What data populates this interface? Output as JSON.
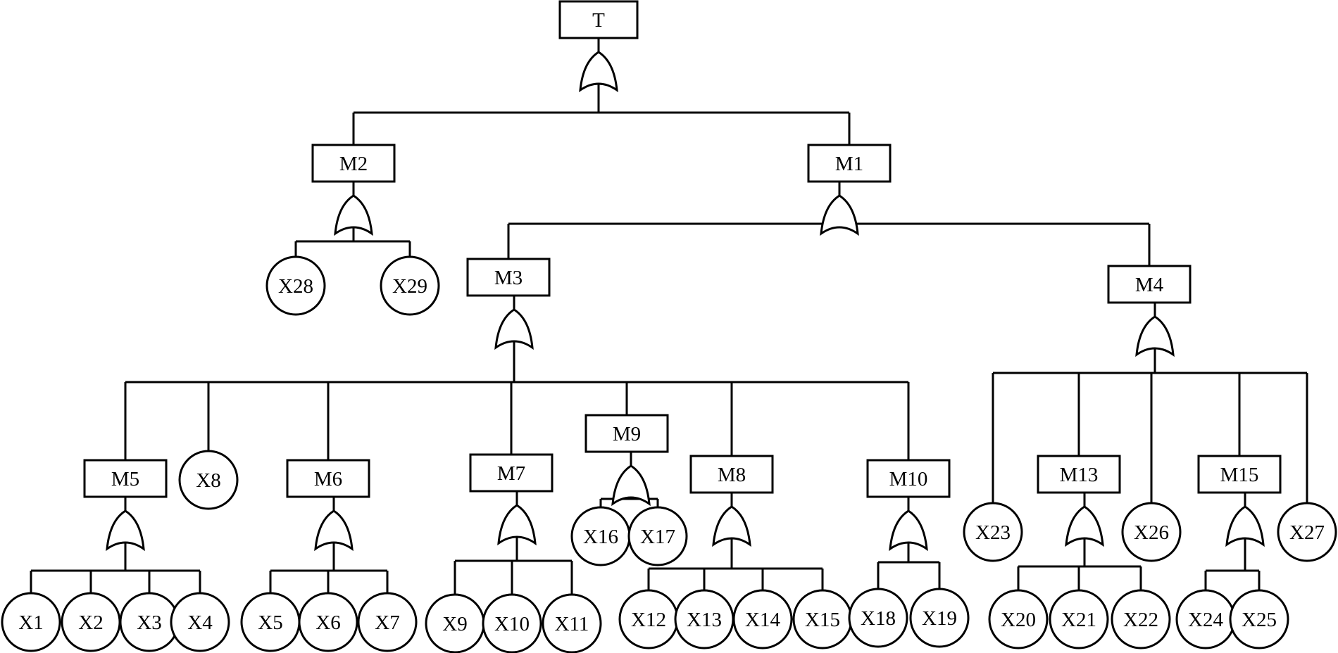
{
  "fault_tree": {
    "events": [
      {
        "id": "T",
        "label": "T",
        "kind": "intermediate"
      },
      {
        "id": "M1",
        "label": "M1",
        "kind": "intermediate"
      },
      {
        "id": "M2",
        "label": "M2",
        "kind": "intermediate"
      },
      {
        "id": "M3",
        "label": "M3",
        "kind": "intermediate"
      },
      {
        "id": "M4",
        "label": "M4",
        "kind": "intermediate"
      },
      {
        "id": "M5",
        "label": "M5",
        "kind": "intermediate"
      },
      {
        "id": "M6",
        "label": "M6",
        "kind": "intermediate"
      },
      {
        "id": "M7",
        "label": "M7",
        "kind": "intermediate"
      },
      {
        "id": "M8",
        "label": "M8",
        "kind": "intermediate"
      },
      {
        "id": "M9",
        "label": "M9",
        "kind": "intermediate"
      },
      {
        "id": "M10",
        "label": "M10",
        "kind": "intermediate"
      },
      {
        "id": "M13",
        "label": "M13",
        "kind": "intermediate"
      },
      {
        "id": "M15",
        "label": "M15",
        "kind": "intermediate"
      },
      {
        "id": "X1",
        "label": "X1",
        "kind": "basic"
      },
      {
        "id": "X2",
        "label": "X2",
        "kind": "basic"
      },
      {
        "id": "X3",
        "label": "X3",
        "kind": "basic"
      },
      {
        "id": "X4",
        "label": "X4",
        "kind": "basic"
      },
      {
        "id": "X5",
        "label": "X5",
        "kind": "basic"
      },
      {
        "id": "X6",
        "label": "X6",
        "kind": "basic"
      },
      {
        "id": "X7",
        "label": "X7",
        "kind": "basic"
      },
      {
        "id": "X8",
        "label": "X8",
        "kind": "basic"
      },
      {
        "id": "X9",
        "label": "X9",
        "kind": "basic"
      },
      {
        "id": "X10",
        "label": "X10",
        "kind": "basic"
      },
      {
        "id": "X11",
        "label": "X11",
        "kind": "basic"
      },
      {
        "id": "X12",
        "label": "X12",
        "kind": "basic"
      },
      {
        "id": "X13",
        "label": "X13",
        "kind": "basic"
      },
      {
        "id": "X14",
        "label": "X14",
        "kind": "basic"
      },
      {
        "id": "X15",
        "label": "X15",
        "kind": "basic"
      },
      {
        "id": "X16",
        "label": "X16",
        "kind": "basic"
      },
      {
        "id": "X17",
        "label": "X17",
        "kind": "basic"
      },
      {
        "id": "X18",
        "label": "X18",
        "kind": "basic"
      },
      {
        "id": "X19",
        "label": "X19",
        "kind": "basic"
      },
      {
        "id": "X20",
        "label": "X20",
        "kind": "basic"
      },
      {
        "id": "X21",
        "label": "X21",
        "kind": "basic"
      },
      {
        "id": "X22",
        "label": "X22",
        "kind": "basic"
      },
      {
        "id": "X23",
        "label": "X23",
        "kind": "basic"
      },
      {
        "id": "X24",
        "label": "X24",
        "kind": "basic"
      },
      {
        "id": "X25",
        "label": "X25",
        "kind": "basic"
      },
      {
        "id": "X26",
        "label": "X26",
        "kind": "basic"
      },
      {
        "id": "X27",
        "label": "X27",
        "kind": "basic"
      },
      {
        "id": "X28",
        "label": "X28",
        "kind": "basic"
      },
      {
        "id": "X29",
        "label": "X29",
        "kind": "basic"
      }
    ],
    "gates": [
      {
        "event": "T",
        "type": "OR",
        "inputs": [
          "M2",
          "M1"
        ]
      },
      {
        "event": "M2",
        "type": "OR",
        "inputs": [
          "X28",
          "X29"
        ]
      },
      {
        "event": "M1",
        "type": "OR",
        "inputs": [
          "M3",
          "M4"
        ]
      },
      {
        "event": "M3",
        "type": "OR",
        "inputs": [
          "M5",
          "X8",
          "M6",
          "M7",
          "M9",
          "M8",
          "M10"
        ]
      },
      {
        "event": "M4",
        "type": "OR",
        "inputs": [
          "X23",
          "M13",
          "X26",
          "M15",
          "X27"
        ]
      },
      {
        "event": "M5",
        "type": "OR",
        "inputs": [
          "X1",
          "X2",
          "X3",
          "X4"
        ]
      },
      {
        "event": "M6",
        "type": "OR",
        "inputs": [
          "X5",
          "X6",
          "X7"
        ]
      },
      {
        "event": "M7",
        "type": "OR",
        "inputs": [
          "X9",
          "X10",
          "X11"
        ]
      },
      {
        "event": "M9",
        "type": "OR",
        "inputs": [
          "X16",
          "X17"
        ]
      },
      {
        "event": "M8",
        "type": "OR",
        "inputs": [
          "X12",
          "X13",
          "X14",
          "X15"
        ]
      },
      {
        "event": "M10",
        "type": "OR",
        "inputs": [
          "X18",
          "X19"
        ]
      },
      {
        "event": "M13",
        "type": "OR",
        "inputs": [
          "X20",
          "X21",
          "X22"
        ]
      },
      {
        "event": "M15",
        "type": "OR",
        "inputs": [
          "X24",
          "X25"
        ]
      }
    ]
  },
  "colors": {
    "stroke": "#000000",
    "fill": "#ffffff",
    "text": "#000000"
  }
}
